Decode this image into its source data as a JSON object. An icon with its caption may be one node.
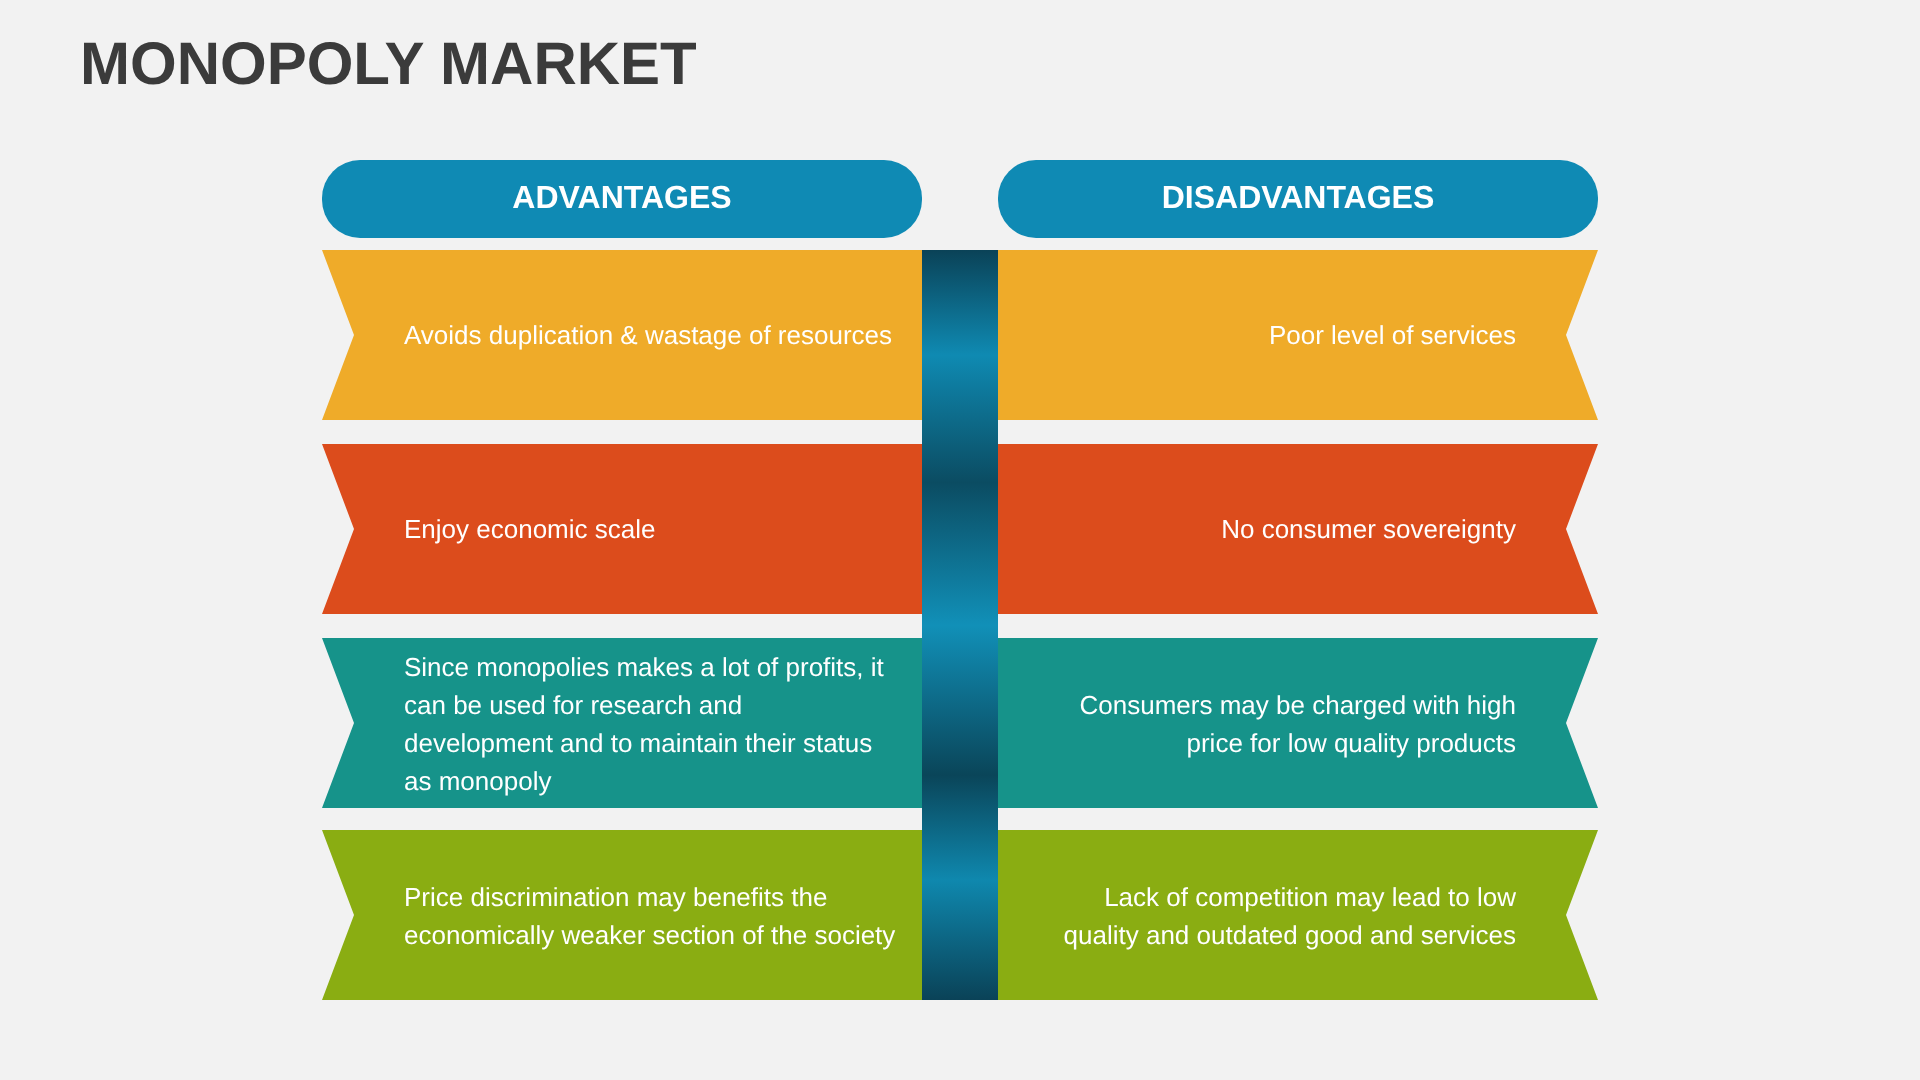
{
  "diagram": {
    "title": "MONOPOLY MARKET",
    "nodes": [
      {
        "text": [
          "ADVANTAGES"
        ]
      },
      {
        "text": [
          "DISADVANTAGES"
        ]
      },
      {
        "text": [
          "Avoids duplication & wastage of resources"
        ]
      },
      {
        "text": [
          "Poor level of services"
        ]
      },
      {
        "text": [
          "Enjoy economic scale"
        ]
      },
      {
        "text": [
          "No consumer sovereignty"
        ]
      },
      {
        "text": [
          "Since monopolies makes a lot of profits, it can be used for research and development and to maintain their status as monopoly"
        ]
      },
      {
        "text": [
          "Consumers may be charged with high price for low quality products"
        ]
      },
      {
        "text": [
          "Price discrimination may benefits the economically weaker section of the society"
        ]
      },
      {
        "text": [
          "Lack of competition may lead to low quality and outdated good and services"
        ]
      },
      {
        "text": [],
        "shape": "bar"
      }
    ]
  }
}
